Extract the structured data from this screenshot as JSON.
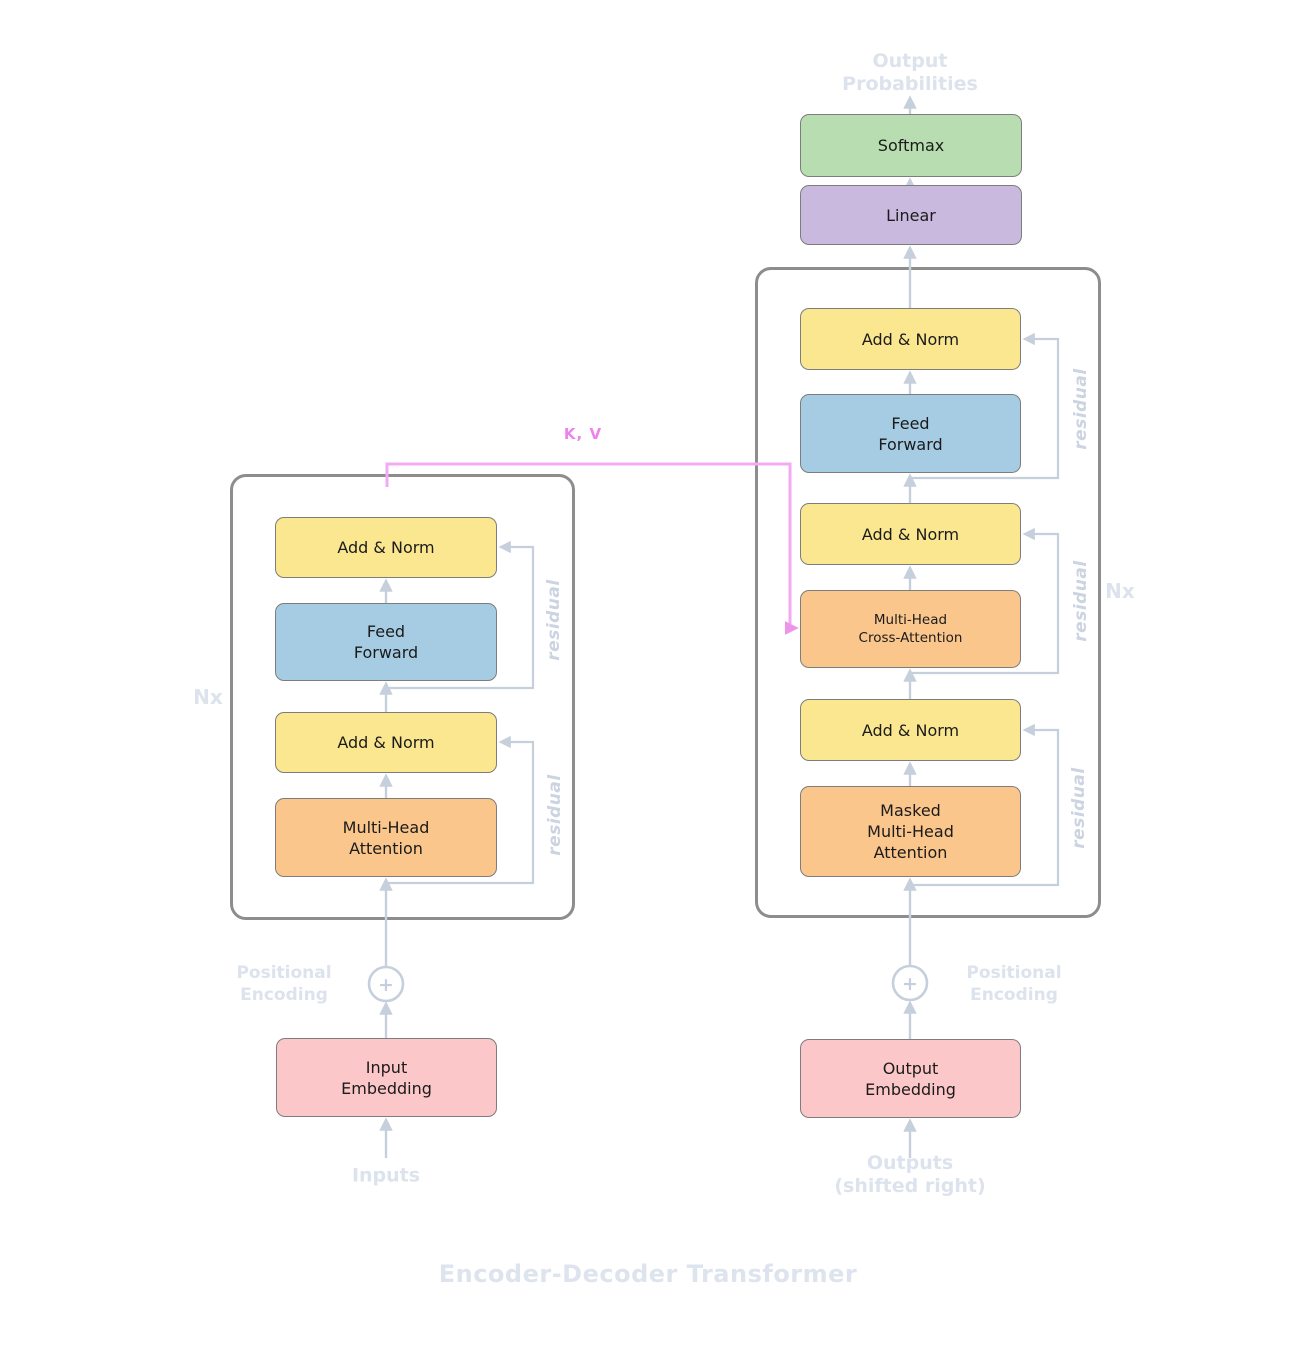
{
  "title": "Encoder-Decoder Transformer",
  "palette": {
    "add_norm": "#FAE78F",
    "feed_forward": "#A6CCE3",
    "attention": "#FBC68C",
    "embedding": "#FCC7C8",
    "softmax": "#B7DDB0",
    "linear": "#C9B9DE",
    "arrow": "#C6CFDC",
    "kv_line": "#F2ABF0",
    "kv_arrowhead": "#EE94EC",
    "kv_text": "#EE82EE",
    "muted_text": "#DCE3ED",
    "residual_text": "#CCD4E1",
    "box_border": "#7D7D7D",
    "frame_border": "#8D8D8D"
  },
  "connections": {
    "kv_label": "K, V"
  },
  "output_head": {
    "probabilities_label": "Output\nProbabilities",
    "softmax": {
      "label": "Softmax"
    },
    "linear": {
      "label": "Linear"
    }
  },
  "encoder": {
    "nx_label": "Nx",
    "residual_labels": [
      "residual",
      "residual"
    ],
    "blocks": {
      "add_norm_top": {
        "label": "Add & Norm"
      },
      "feed_forward": {
        "label": "Feed\nForward"
      },
      "add_norm_bottom": {
        "label": "Add & Norm"
      },
      "attention": {
        "label": "Multi-Head\nAttention"
      }
    },
    "embedding": {
      "label": "Input\nEmbedding"
    },
    "positional_encoding_label": "Positional\nEncoding",
    "plus_symbol": "+",
    "inputs_label": "Inputs"
  },
  "decoder": {
    "nx_label": "Nx",
    "residual_labels": [
      "residual",
      "residual",
      "residual"
    ],
    "blocks": {
      "add_norm_top": {
        "label": "Add & Norm"
      },
      "feed_forward": {
        "label": "Feed\nForward"
      },
      "add_norm_mid": {
        "label": "Add & Norm"
      },
      "cross_attention": {
        "label": "Multi-Head\nCross-Attention"
      },
      "add_norm_bottom": {
        "label": "Add & Norm"
      },
      "masked_attention": {
        "label": "Masked\nMulti-Head\nAttention"
      }
    },
    "embedding": {
      "label": "Output\nEmbedding"
    },
    "positional_encoding_label": "Positional\nEncoding",
    "plus_symbol": "+",
    "outputs_label": "Outputs\n(shifted right)"
  }
}
